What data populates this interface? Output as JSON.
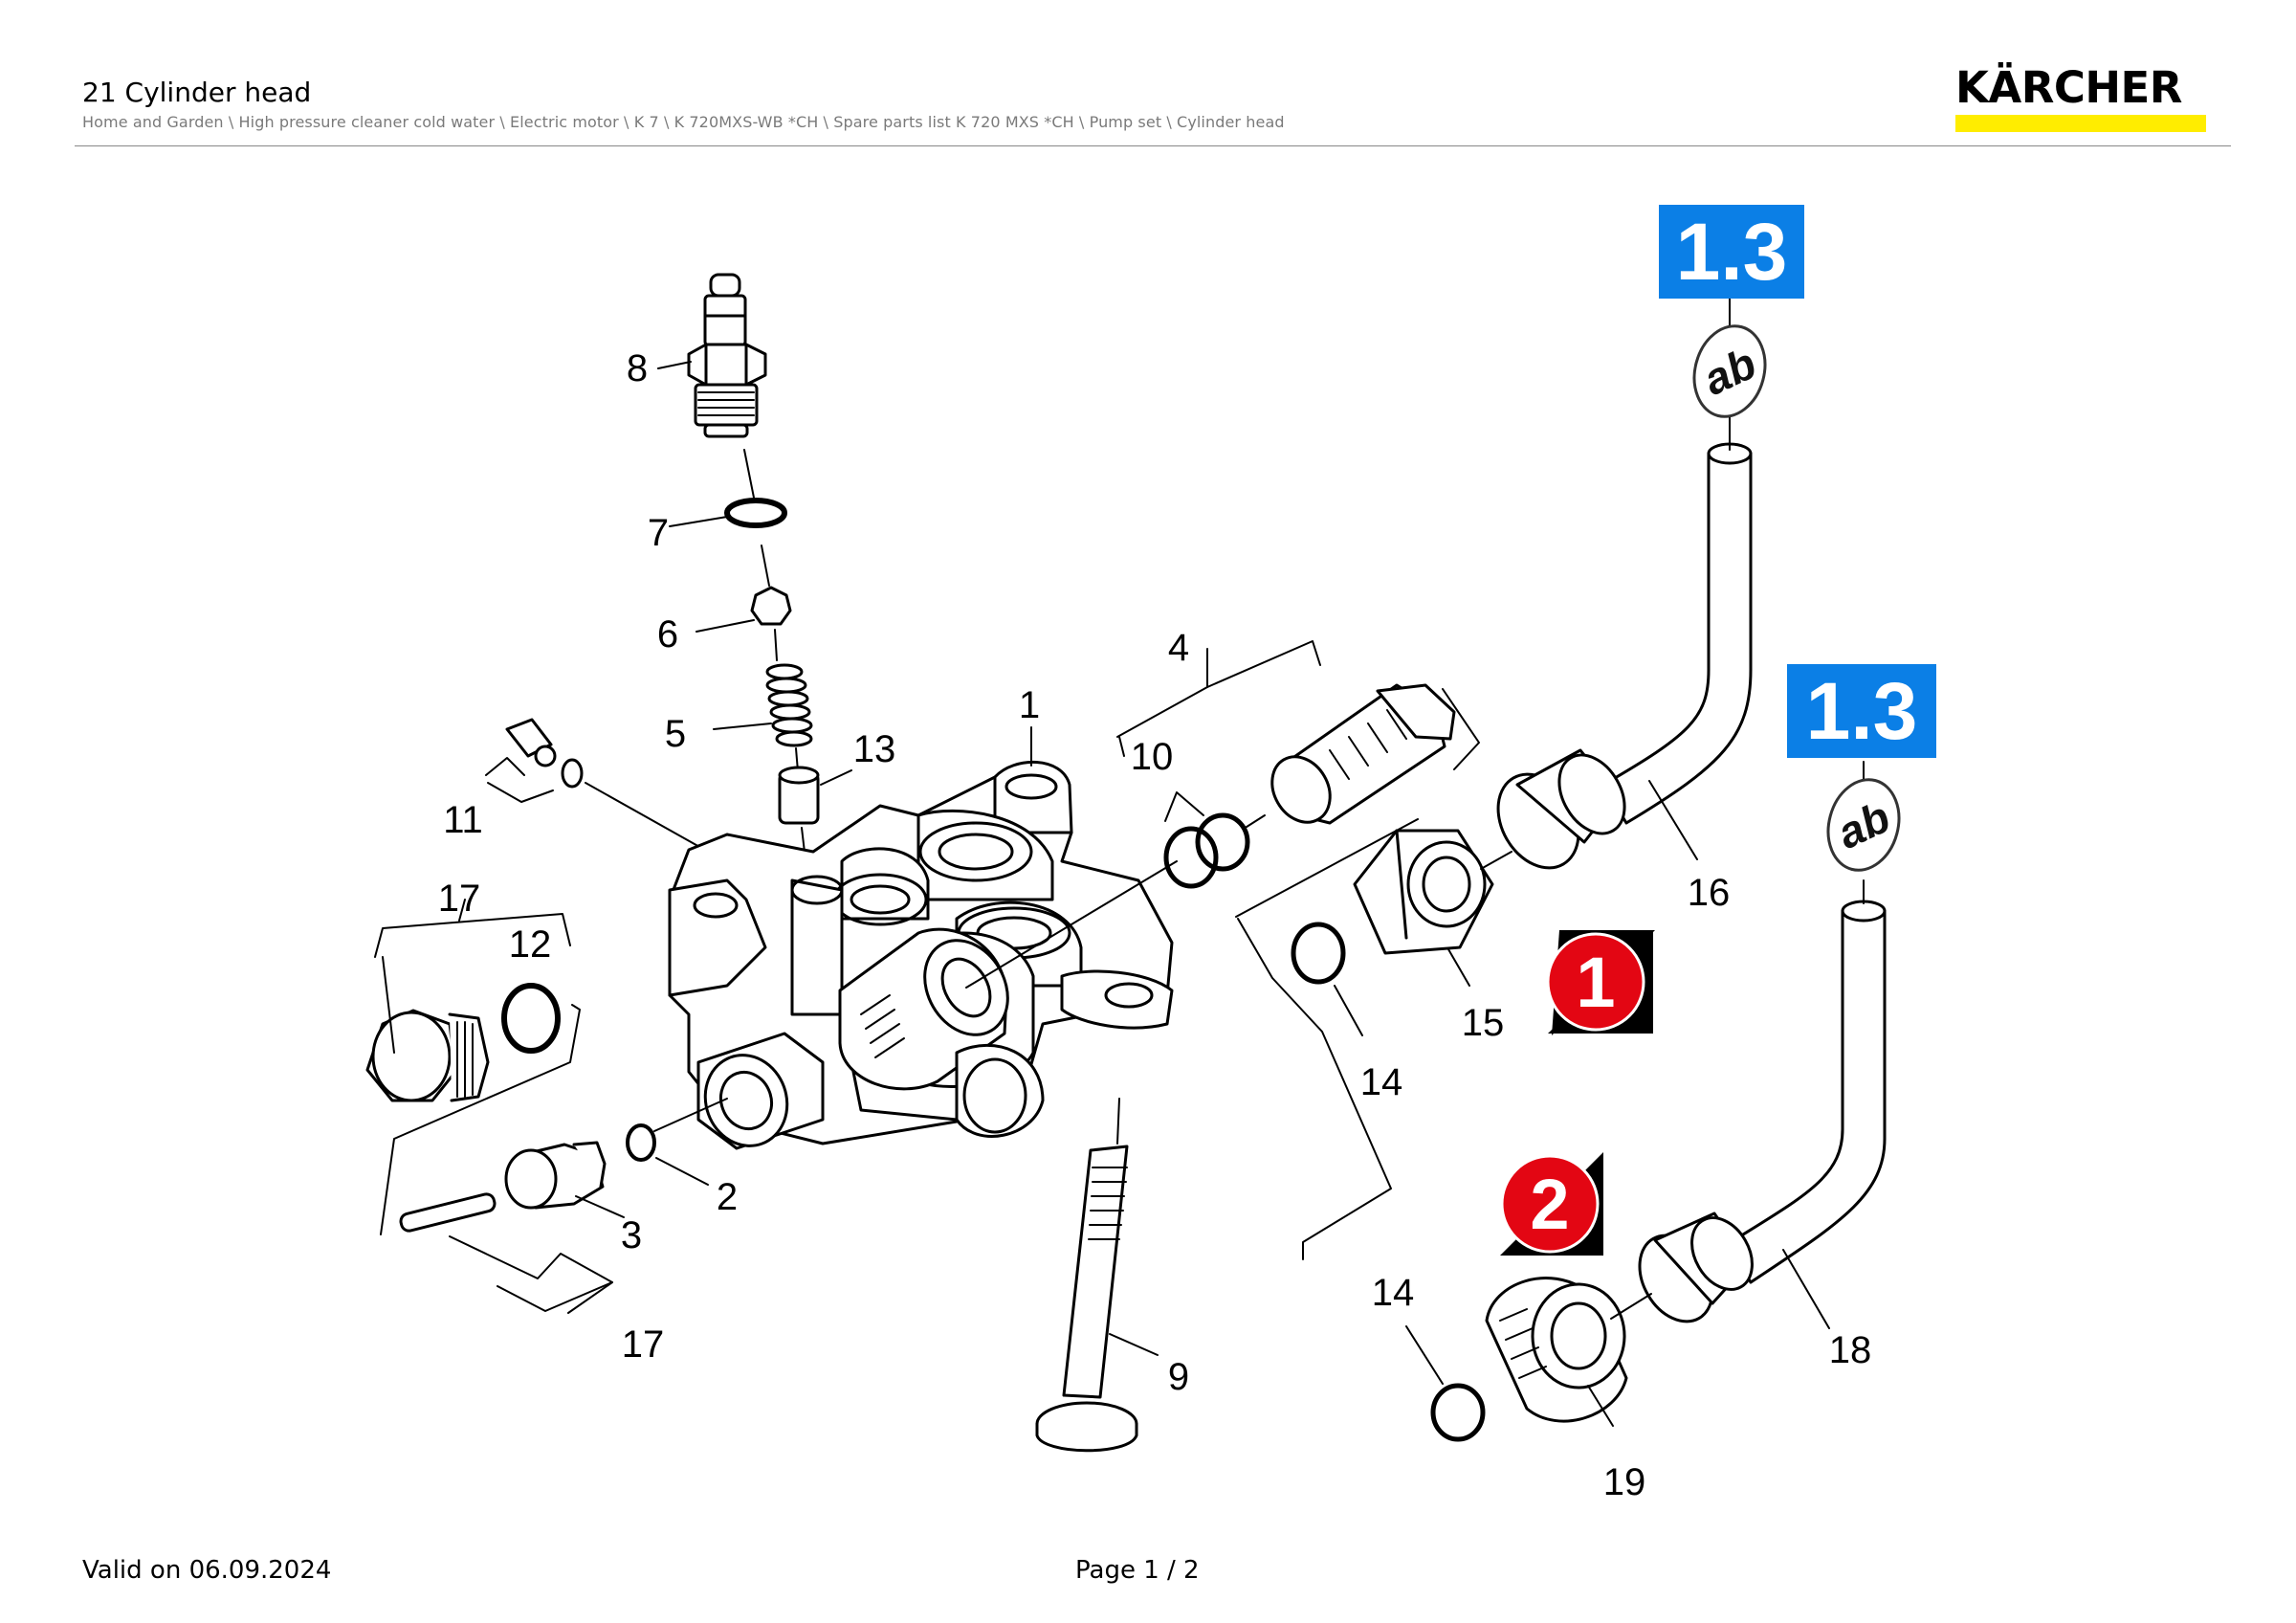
{
  "header": {
    "title": "21 Cylinder head",
    "breadcrumb": "Home and Garden \\ High pressure cleaner cold water \\ Electric motor \\ K 7 \\ K 720MXS-WB *CH \\ Spare parts list K 720 MXS *CH \\ Pump set \\ Cylinder head"
  },
  "brand": {
    "name": "KÄRCHER",
    "accent": "#ffed00"
  },
  "footer": {
    "valid": "Valid on 06.09.2024",
    "page": "Page 1 / 2"
  },
  "diagram": {
    "callouts": {
      "c1": "1",
      "c2": "2",
      "c3": "3",
      "c4": "4",
      "c5": "5",
      "c6": "6",
      "c7": "7",
      "c8": "8",
      "c9": "9",
      "c10": "10",
      "c11": "11",
      "c12": "12",
      "c13": "13",
      "c14a": "14",
      "c14b": "14",
      "c15": "15",
      "c16": "16",
      "c17a": "17",
      "c17b": "17",
      "c18": "18",
      "c19": "19"
    },
    "references": {
      "ref_a": "1.3",
      "ref_b": "1.3",
      "ab_a": "ab",
      "ab_b": "ab"
    },
    "variant_markers": {
      "m1": "1",
      "m2": "2"
    },
    "colors": {
      "reference_box": "#0b7fe6",
      "marker_red": "#e30613",
      "marker_black": "#000000"
    }
  }
}
